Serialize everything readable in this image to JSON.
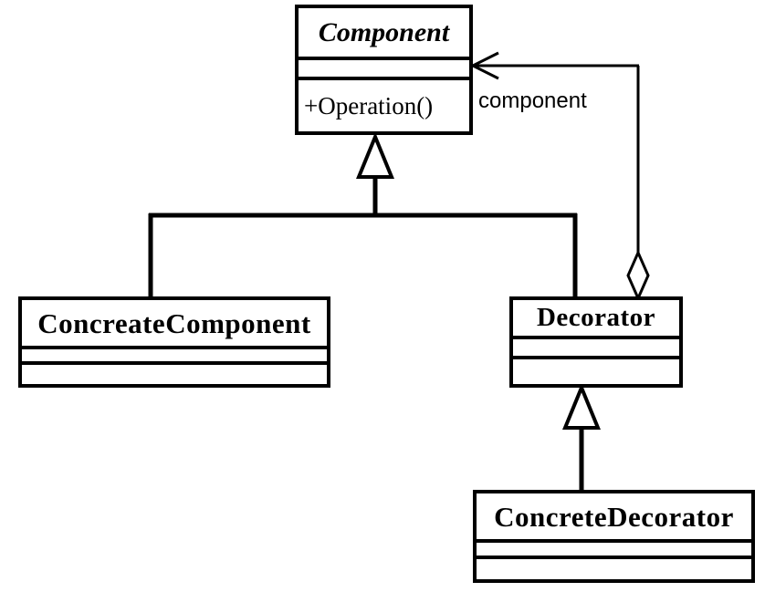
{
  "diagram": {
    "type": "uml-class-diagram",
    "pattern": "Decorator",
    "background_color": "#ffffff",
    "line_color": "#000000"
  },
  "classes": {
    "component": {
      "name": "Component",
      "stereotype": "abstract",
      "attributes": [],
      "operations": [
        "+Operation()"
      ],
      "operation_text": "+Operation()"
    },
    "concreate_component": {
      "name": "ConcreateComponent",
      "attributes": [],
      "operations": []
    },
    "decorator": {
      "name": "Decorator",
      "attributes": [],
      "operations": []
    },
    "concrete_decorator": {
      "name": "ConcreteDecorator",
      "attributes": [],
      "operations": []
    }
  },
  "relationships": {
    "aggregation_role_label": "component",
    "generalization_component_concreate_component": "generalization",
    "generalization_component_decorator": "generalization",
    "generalization_decorator_concrete_decorator": "generalization",
    "aggregation_decorator_component": "aggregation"
  }
}
